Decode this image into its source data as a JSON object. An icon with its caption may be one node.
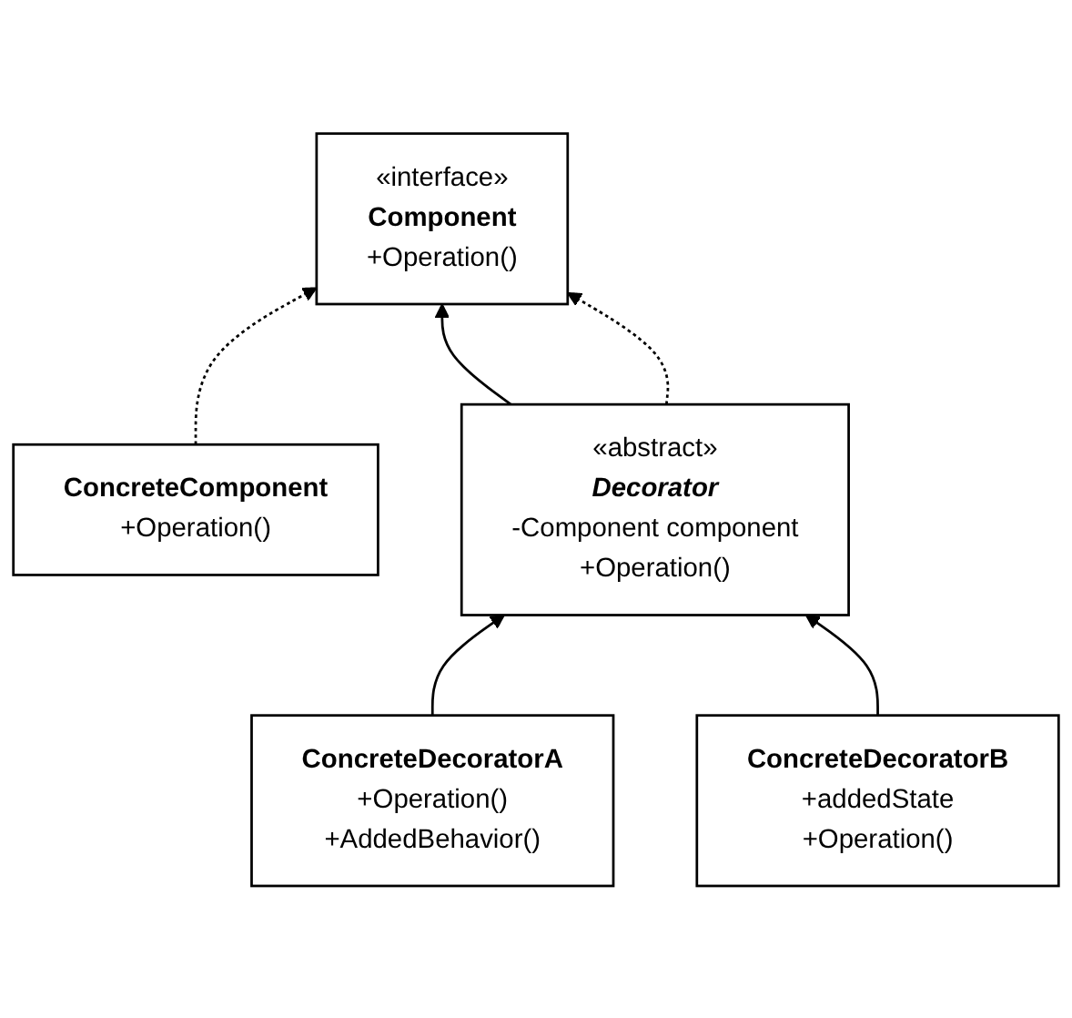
{
  "diagram": {
    "nodes": [
      {
        "text": [
          "«interface»",
          "Component",
          "+Operation()"
        ]
      },
      {
        "text": [
          "ConcreteComponent",
          "+Operation()"
        ]
      },
      {
        "text": [
          "«abstract»",
          "Decorator",
          "-Component component",
          "+Operation()"
        ]
      },
      {
        "text": [
          "ConcreteDecoratorA",
          "+Operation()",
          "+AddedBehavior()"
        ]
      },
      {
        "text": [
          "ConcreteDecoratorB",
          "+addedState",
          "+Operation()"
        ]
      }
    ],
    "edges": [
      {
        "from": 1,
        "to": 0,
        "arrow": "to",
        "style": "dashed"
      },
      {
        "from": 2,
        "to": 0,
        "arrow": "to"
      },
      {
        "from": 2,
        "to": 0,
        "arrow": "to",
        "style": "dashed"
      },
      {
        "from": 3,
        "to": 2,
        "arrow": "to"
      },
      {
        "from": 4,
        "to": 2,
        "arrow": "to"
      }
    ]
  }
}
